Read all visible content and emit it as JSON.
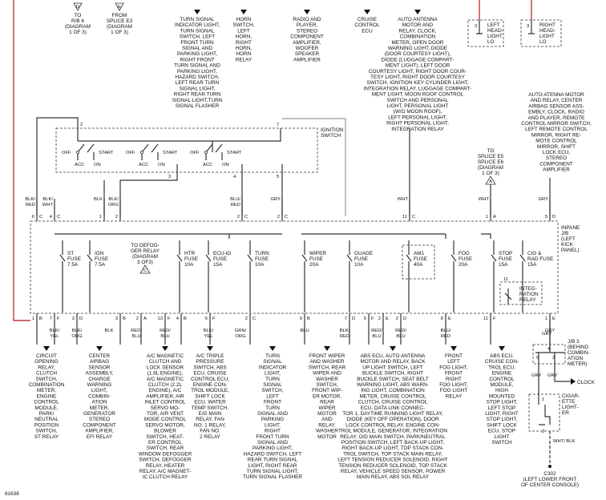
{
  "diagram_id": "81638",
  "top_refs": {
    "ref_d": {
      "letter": "D",
      "lines": [
        "TO",
        "R/B 6",
        "(DIAGRAM",
        "1 OF 3)"
      ]
    },
    "ref_e": {
      "letter": "E",
      "lines": [
        "FROM",
        "SPLICE E3",
        "(DIAGRAM",
        "1 OF 3)"
      ]
    }
  },
  "top_labels": [
    {
      "id": "turn-signal",
      "lines": [
        "TURN SIGNAL",
        "INDICATOR LIGHT,",
        "TURN SIGNAL",
        "SWITCH, LEFT",
        "FRONT TURN",
        "SIGNAL AND",
        "PARKING LIGHT,",
        "RIGHT FRONT",
        "TURN SIGNAL AND",
        "PARKING LIGHT,",
        "HAZARD SWITCH,",
        "LEFT REAR TURN",
        "SIGNAL LIGHT,",
        "RIGHT REAR TURN",
        "SIGNAL LIGHT,TURN",
        "SIGNAL FLASHER"
      ]
    },
    {
      "id": "horn",
      "lines": [
        "HORN",
        "SWITCH,",
        "LEFT",
        "HORN,",
        "RIGHT",
        "HORN,",
        "HORN",
        "RELAY"
      ]
    },
    {
      "id": "radio",
      "lines": [
        "RADIO AND",
        "PLAYER,",
        "STEREO",
        "COMPONENT",
        "AMPLIFIER,",
        "WOOFER",
        "SPEAKER",
        "AMPLIFIER"
      ]
    },
    {
      "id": "cruise",
      "lines": [
        "CRUISE",
        "CONTROL",
        "ECU"
      ]
    },
    {
      "id": "antenna",
      "lines": [
        "AUTO ANTENNA",
        "MOTOR AND",
        "RELAY, CLOCK,",
        "COMBINATION",
        "METER, OPEN DOOR",
        "WARNING LIGHT, DIODE",
        "(DOOR COURTESY LIGHT),",
        "DIODE (LUGGAGE COMPART-",
        "MENT LIGHT), LEFT DOOR",
        "COURTESY LIGHT, RIGHT DOOR COUR-",
        "TESY LIGHT, RIGHT DOOR COURTESY",
        "SWITCH, IGNITION KEY CYLINDER LIGHT,",
        "INTEGRATION RELAY, LUGGAGE COMPART-",
        "MENT LIGHT, MOON ROOF CONTROL",
        "SWITCH AND PERSONAL",
        "LIGHT, PERSONAL LIGHT",
        "(W/O MOON ROOF),",
        "LEFT PERSONAL LIGHT,",
        "RIGHT PERSONAL LIGHT,",
        "INTEGRATION RELAY"
      ]
    },
    {
      "id": "right-side",
      "lines": [
        "AUTO ATENNA MOTOR",
        "AND RELAY, CENTER",
        "AIRBAG SENSOR ASS-",
        "EMBLY, CLOCK, RADIO",
        "AND PLAYER, REMOTE",
        "CONTROL MIRROR SWITCH,",
        "LEFT REMOTE CONTROL",
        "MIRROR, RIGHT RE-",
        "MOTE CONTROL",
        "MIRROR, SHIFT",
        "LOCK ECU,",
        "STEREO",
        "COMPONENT",
        "AMPLIFIER"
      ]
    }
  ],
  "headlights": {
    "left": [
      "LEFT",
      "HEAD-",
      "LIGHT",
      "LO",
      "3"
    ],
    "right": [
      "RIGHT",
      "HEAD-",
      "LIGHT",
      "LO",
      "3"
    ]
  },
  "ignition_switch": {
    "label": [
      "IGNITION",
      "SWITCH"
    ],
    "pins": {
      "left_top": "2",
      "right_top": "7",
      "left_bottom": "3",
      "mid_bottom": "4",
      "right_bottom": "5"
    },
    "positions": [
      "OFF",
      "START",
      "ACC",
      "ON",
      "OFF",
      "START",
      "ACC",
      "ON",
      "OFF",
      "START",
      "ACC",
      "ON"
    ]
  },
  "splice_ref": {
    "letter": "A",
    "lines": [
      "TO",
      "SPLICE E5",
      "SPLICE E6",
      "(DIAGRAM",
      "1 OF 3)"
    ]
  },
  "wires_top": [
    {
      "color": "BLK/",
      "color2": "RED",
      "conn": "C",
      "pin": "6"
    },
    {
      "color": "BLK/",
      "color2": "WHT",
      "conn": "C",
      "pin": "4"
    },
    {
      "color": "BLK",
      "color2": "",
      "conn": "",
      "pin": "1"
    },
    {
      "color": "BLK/",
      "color2": "ORG",
      "conn": "",
      "pin": "2"
    },
    {
      "color": "BLU/",
      "color2": "RED",
      "conn": "C",
      "pin": "2"
    },
    {
      "color": "GRY",
      "color2": "",
      "conn": "C",
      "pin": "2"
    },
    {
      "color": "WHT",
      "color2": "",
      "conn": "C",
      "pin": "11"
    },
    {
      "color": "WHT",
      "color2": "",
      "conn": "A",
      "pin": "1"
    },
    {
      "color": "GRY",
      "color2": "",
      "conn": "D",
      "pin": "5"
    }
  ],
  "junction_block": {
    "label": [
      "INPANE",
      "J/B",
      "(LEFT",
      "KICK",
      "PANEL)"
    ]
  },
  "defogger_ref": {
    "letter": "C",
    "lines": [
      "TO DEFOG-",
      "GER RELAY",
      "(DIAGRAM",
      "3 OF3)"
    ]
  },
  "fuses": [
    {
      "name": "ST",
      "type": "FUSE",
      "rating": "7.5A"
    },
    {
      "name": "IGN",
      "type": "FUSE",
      "rating": "7.5A"
    },
    {
      "name": "HTR",
      "type": "FUSE",
      "rating": "10A"
    },
    {
      "name": "ECU-IG",
      "type": "FUSE",
      "rating": "15A"
    },
    {
      "name": "TURN",
      "type": "FUSE",
      "rating": "10A"
    },
    {
      "name": "WIPER",
      "type": "FUSE",
      "rating": "20A"
    },
    {
      "name": "GUAGE",
      "type": "FUSE",
      "rating": "10A"
    },
    {
      "name": "AM1",
      "type": "FUSE",
      "rating": "40A"
    },
    {
      "name": "FOG",
      "type": "FUSE",
      "rating": "20A"
    },
    {
      "name": "STOP",
      "type": "FUSE",
      "rating": "15A"
    },
    {
      "name": "CIG &",
      "type": "RAD FUSE",
      "rating": "15A"
    }
  ],
  "integration_relay": {
    "lines": [
      "INTEG-",
      "RATION",
      "RELAY"
    ],
    "pin": "11"
  },
  "bottom_pins": [
    {
      "pin": "1",
      "conn": "B"
    },
    {
      "pin": "7",
      "conn": "F"
    },
    {
      "pin": "3",
      "conn": "D"
    },
    {
      "pin": "3",
      "conn": "B"
    },
    {
      "pin": "2",
      "conn": "A"
    },
    {
      "pin": "13",
      "conn": "F"
    },
    {
      "pin": "4",
      "conn": "B"
    },
    {
      "pin": "6",
      "conn": "F"
    },
    {
      "pin": "2",
      "conn": "C"
    },
    {
      "pin": "9",
      "conn": "B"
    },
    {
      "pin": "7",
      "conn": "D"
    },
    {
      "pin": "5",
      "conn": "F"
    },
    {
      "pin": "2",
      "conn": "E"
    },
    {
      "pin": "2",
      "conn": "D"
    },
    {
      "pin": "8",
      "conn": "E"
    },
    {
      "pin": "11",
      "conn": "F"
    },
    {
      "pin": "1",
      "conn": "E"
    }
  ],
  "wires_bottom": [
    "BLK/\nYEL",
    "BLK/\nORG",
    "BLK",
    "RED/\nBLU",
    "RED/\nBLU",
    "BLK/\nYEL",
    "GRN/\nORG",
    "BLU",
    "BLK/\nRED",
    "RED/\nBLU",
    "RED/\nBLU",
    "BLU/\nRED",
    "GRY"
  ],
  "bottom_labels": [
    {
      "id": "circuit-opening",
      "lines": [
        "CIRCUIT",
        "OPENING",
        "RELAY,",
        "CLUTCH",
        "SWITCH,",
        "COMBINATION",
        "METER,",
        "ENGINE",
        "CONTROL",
        "MODULE,",
        "PARK/",
        "NEUTRAL",
        "POSITION",
        "SWITCH,",
        "ST RELAY"
      ]
    },
    {
      "id": "center-airbag",
      "lines": [
        "CENTER",
        "AIRBAG",
        "SENSOR",
        "ASSEMBLY,",
        "CHARGE",
        "WARNING",
        "LIGHT,",
        "COMBIN-",
        "ATION",
        "METER,",
        "GENERATOR",
        "STEREO",
        "COMPONENT",
        "AMPLIFIER,",
        "EFI RELAY"
      ]
    },
    {
      "id": "ac-magnetic",
      "lines": [
        "A/C MAGNETIC",
        "CLUTCH AND",
        "LOCK SENSOR",
        "(1.8L ENGINE),",
        "A/C MAGNETIC",
        "CLUTCH (2.2L",
        "ENGINE), A/C",
        "AMPLIFIER, AIR",
        "INLET CONTROL",
        "SERVO MO-",
        "TOR, AIR VENT",
        "MODE CONTROL",
        "SERVO MOTOR,",
        "BLOWER",
        "SWITCH, HEAT-",
        "ER CONTROL",
        "SWITCH, REAR",
        "WINDOW DEFOGGER",
        "SWITCH, DEFOGGER",
        "RELAY, HEATER",
        "RELAY, A/C MAGNET-",
        "IC CLUTCH RELAY"
      ]
    },
    {
      "id": "ac-triple",
      "lines": [
        "A/C TRIPLE",
        "PRESSURE",
        "SWITCH, ABS",
        "ECU, CRUISE",
        "CONTROL ECU,",
        "ENGINE CON-",
        "TROL MODULE,",
        "SHIFT LOCK",
        "ECU, WATER",
        "TEMP SWITCH,",
        "E/G MAIN",
        "RELAY, FAN",
        "NO. 1 RELAY,",
        "FAN NO.",
        "2 RELAY"
      ]
    },
    {
      "id": "turn-indicator",
      "lines": [
        "TURN",
        "SIGNAL",
        "INDICATOR",
        "LIGHT,",
        "TURN",
        "SIGNAL",
        "SWITCH,",
        "LEFT",
        "FRONT",
        "TURN",
        "SIGNAL AND",
        "PARKING",
        "LIGHT,",
        "RIGHT",
        "FRONT TURN",
        "SIGNAL AND",
        "PARKING LIGHT,",
        "HAZARD SWITCH, LEFT",
        "REAR TURN SIGNAL",
        "LIGHT, RIGHT REAR",
        "TURN SIGNAL LIGHT,",
        "TURN SIGNAL FLASHER"
      ]
    },
    {
      "id": "front-wiper",
      "lines": [
        "FRONT WIPER",
        "AND WASHER",
        "SWITCH, REAR",
        "WIPER AND",
        "WASHER",
        "SWITCH,",
        "FRONT WIP-",
        "ER MOTOR,",
        "REAR",
        "WIPER",
        "MOTOR",
        "AND",
        "RELAY,",
        "WASHER",
        "MOTOR"
      ]
    },
    {
      "id": "abs-ecu",
      "lines": [
        "ABS ECU, AUTO ANTENNA",
        "MOTOR AND RELAY, BACK",
        "UP LIGHT SWITCH, LEFT",
        "BUCKLE SWITCH, RIGHT",
        "BUCKLE SWITCH, SEAT BELT",
        "WARNING LIGHT, ABS WARN-",
        "ING LIGHT, COMBINATION",
        "METER, CRUISE CONTROL",
        "CLUTCH, CRUISE CONTROL",
        "ECU, DATA LINK CONNEC-",
        "TOR 1, DAYTIME RUNNING LIGHT RELAY,",
        "DIODE (KEY OFF OPERATION), DOOR",
        "LOCK CONTROL RELAY, ENGINE CON-",
        "TROL MODULE, GENERATOR, INTEGRATION",
        "RELAY, O/D MAIN SWITCH, PARK/NEUTRAL",
        "POSITION SWITCH, LEFT BACK-UP LIGHT,",
        "RIGHT BACK-UP LIGHT, TOP STACK CON-",
        "TROL SWITCH, TOP STACK MAIN RELAY,",
        "LEFT TENSION REDUCER SOLENOID, RIGHT",
        "TENSION REDUCER SOLENOID, TOP STACK",
        "RELAY, VEHICLE SPEED SENSOR, POWER",
        "MAIN RELAY, ABS SOL RELAY"
      ]
    },
    {
      "id": "front-fog",
      "lines": [
        "FRONT",
        "LEFT",
        "FOG LIGHT,",
        "FRONT",
        "RIGHT",
        "FOG LIGHT,",
        "FOG LIGHT",
        "RELAY"
      ]
    },
    {
      "id": "abs-cruise",
      "lines": [
        "ABS ECU,",
        "CRUISE CON-",
        "TROL ECU,",
        "ENGINE",
        "CONTROL",
        "MODULE,",
        "HIGH",
        "MOUNTED",
        "STOP LIGHT,",
        "LEFT STOP",
        "LIGHT, RIGHT",
        "STOP LIGHT,",
        "SHIFT LOCK",
        "ECU, STOP",
        "LIGHT",
        "SWITCH"
      ]
    }
  ],
  "jb3": {
    "lines": [
      "J/B 3",
      "(BEHIND",
      "COMBIN-",
      "ATION",
      "METER)"
    ],
    "wires": [
      "GRY",
      "GRY",
      "GRY"
    ],
    "pins": [
      "5",
      "2",
      "4"
    ],
    "conns": [
      "3B",
      "3A",
      "3C"
    ]
  },
  "clock_label": "CLOCK",
  "lighter": {
    "lines": [
      "CIGAR-",
      "ETTE",
      "LIGHT-",
      "ER"
    ],
    "pins": [
      "1",
      "2"
    ]
  },
  "ground": {
    "id": "C302",
    "lines": [
      "(LEFT LOWER FRONT",
      "OF CENTER CONSOLE)"
    ],
    "wire": "WHT/\nBLK"
  }
}
